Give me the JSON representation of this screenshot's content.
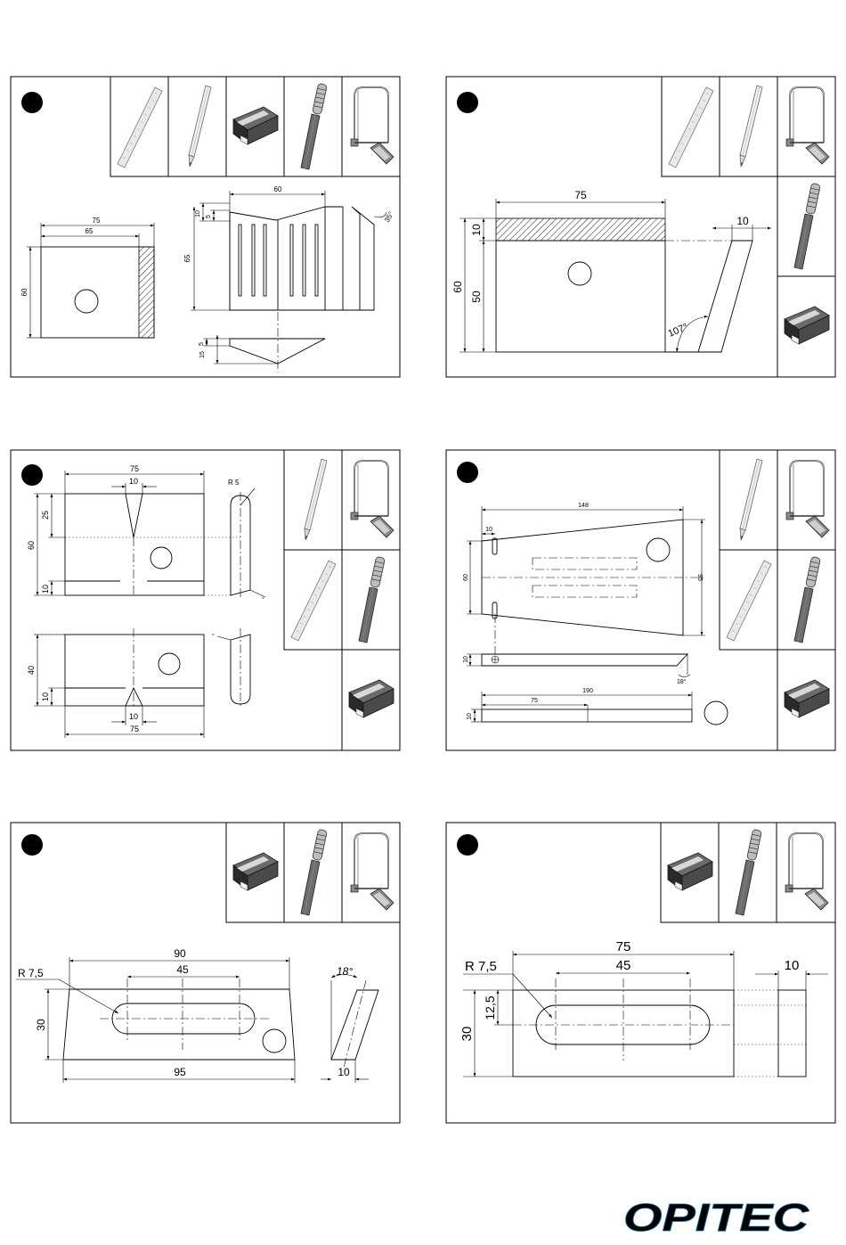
{
  "brand": {
    "logo_text": "OPITEC",
    "logo_color": "#1e9ad6"
  },
  "tool_icons": {
    "ruler": "ruler-icon",
    "pencil": "pencil-icon",
    "sanding_block": "sanding-block-icon",
    "file": "file-icon",
    "fret_saw": "fret-saw-icon"
  },
  "panels": [
    {
      "id": "panel-1",
      "tools": [
        "ruler",
        "pencil",
        "sanding_block",
        "file",
        "fret_saw"
      ],
      "labels": {
        "w75": "75",
        "w65": "65",
        "h60": "60",
        "top60": "60",
        "t10": "10",
        "t5": "5",
        "h65": "65",
        "b5": "5",
        "b15": "15",
        "ang": "35°"
      }
    },
    {
      "id": "panel-2",
      "tools": [
        "ruler",
        "pencil",
        "fret_saw",
        "file",
        "sanding_block"
      ],
      "labels": {
        "w75": "75",
        "h10": "10",
        "h50": "50",
        "h60": "60",
        "side10": "10",
        "ang": "107°"
      }
    },
    {
      "id": "panel-3",
      "tools": [
        "pencil",
        "fret_saw",
        "ruler",
        "file",
        "sanding_block"
      ],
      "labels": {
        "w75": "75",
        "n10": "10",
        "h25": "25",
        "h60": "60",
        "h10": "10",
        "r5": "R 5",
        "h40": "40",
        "b10": "10",
        "n10b": "10",
        "w75b": "75",
        "deg1": "°",
        "deg2": "°"
      }
    },
    {
      "id": "panel-4",
      "tools": [
        "pencil",
        "fret_saw",
        "ruler",
        "file",
        "sanding_block"
      ],
      "labels": {
        "w148": "148",
        "s10": "10",
        "h60": "60",
        "h95": "95",
        "h10": "10",
        "ang": "18°",
        "w190": "190",
        "w75": "75",
        "b10": "10"
      }
    },
    {
      "id": "panel-5",
      "tools": [
        "sanding_block",
        "file",
        "fret_saw"
      ],
      "labels": {
        "w90": "90",
        "w45": "45",
        "r75": "R 7,5",
        "h30": "30",
        "w95": "95",
        "ang": "18°",
        "b10": "10"
      }
    },
    {
      "id": "panel-6",
      "tools": [
        "sanding_block",
        "file",
        "fret_saw"
      ],
      "labels": {
        "w75": "75",
        "w45": "45",
        "r75": "R 7,5",
        "h125": "12,5",
        "h30": "30",
        "t10": "10"
      }
    }
  ]
}
